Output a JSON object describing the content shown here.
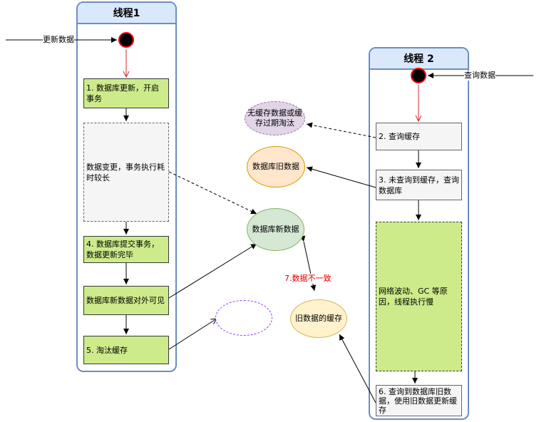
{
  "lane1": {
    "title": "线程1"
  },
  "lane2": {
    "title": "线程 2"
  },
  "inputs": {
    "update_label": "更新数据",
    "query_label": "查询数据"
  },
  "steps_left": {
    "s1": "1. 数据库更新，开启事务",
    "s_wait": "数据变更，事务执行耗时较长",
    "s4": "4. 数据库提交事务，数据更新完毕",
    "s_visible": "数据库新数据对外可见",
    "s5": "5. 淘汰缓存"
  },
  "steps_right": {
    "s2": "2. 查询缓存",
    "s3": "3. 未查询到缓存，查询数据库",
    "s_slow": "网络波动、GC 等原因，线程执行慢",
    "s6": "6. 查询到数据库旧数据，使用旧数据更新缓存"
  },
  "states": {
    "no_cache": "无缓存数据或缓存过期淘汰",
    "db_old": "数据库旧数据",
    "db_new": "数据库新数据",
    "old_cache": "旧数据的缓存",
    "empty": ""
  },
  "annotations": {
    "inconsistent": "7.数据不一致"
  },
  "colors": {
    "lane_border": "#6c8ebf",
    "lane_header": "#dae8fc",
    "green_step": "#cdeb8b",
    "gray_step": "#f5f5f5",
    "red_arrow": "#d62728",
    "inconsistent_text": "#e00000"
  }
}
